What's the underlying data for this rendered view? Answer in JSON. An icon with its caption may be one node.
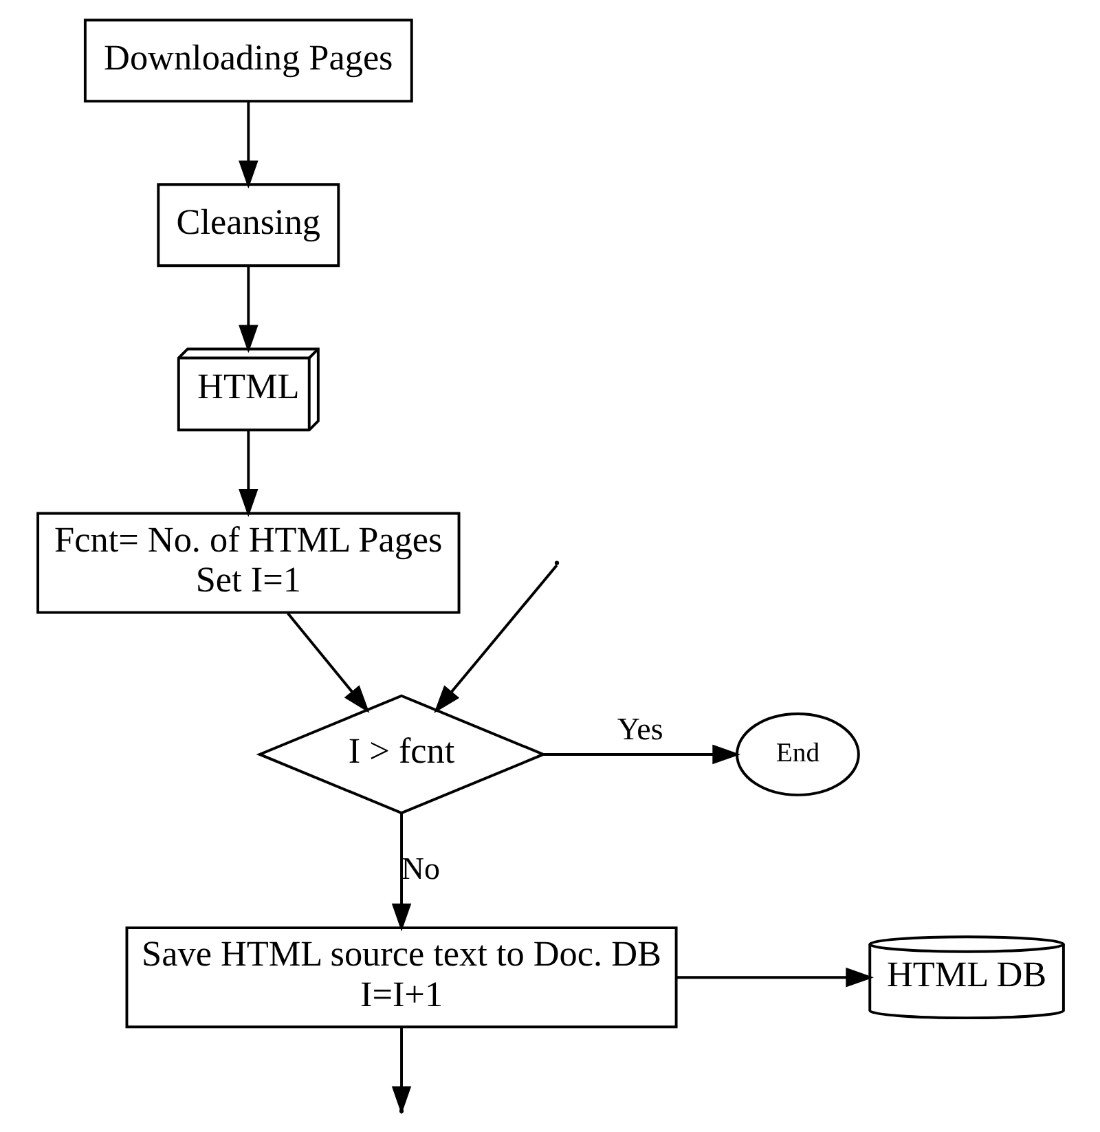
{
  "diagram": {
    "nodes": [
      {
        "text": [
          "Downloading Pages"
        ]
      },
      {
        "text": [
          "Cleansing"
        ]
      },
      {
        "text": [
          "HTML"
        ]
      },
      {
        "text": [
          "Fcnt= No. of HTML Pages",
          "Set I=1"
        ]
      },
      {
        "text": [
          "I > fcnt"
        ]
      },
      {
        "text": [
          "End"
        ]
      },
      {
        "text": [
          "Save HTML source text to Doc. DB",
          "I=I+1"
        ]
      },
      {
        "text": [
          "HTML DB"
        ]
      }
    ],
    "edges": [
      {
        "from": 0,
        "to": 1,
        "arrow": "to"
      },
      {
        "from": 1,
        "to": 2,
        "arrow": "to"
      },
      {
        "from": 2,
        "to": 3,
        "arrow": "to"
      },
      {
        "from": 3,
        "to": 4,
        "arrow": "to"
      },
      {
        "from": 4,
        "to": 5,
        "arrow": "to",
        "label": "Yes"
      },
      {
        "from": 4,
        "to": 6,
        "arrow": "to",
        "label": "No"
      },
      {
        "from": 6,
        "to": 7,
        "arrow": "to"
      },
      {
        "from": 6,
        "to": null,
        "arrow": "to"
      },
      {
        "from": null,
        "to": 4,
        "arrow": "to"
      }
    ]
  }
}
